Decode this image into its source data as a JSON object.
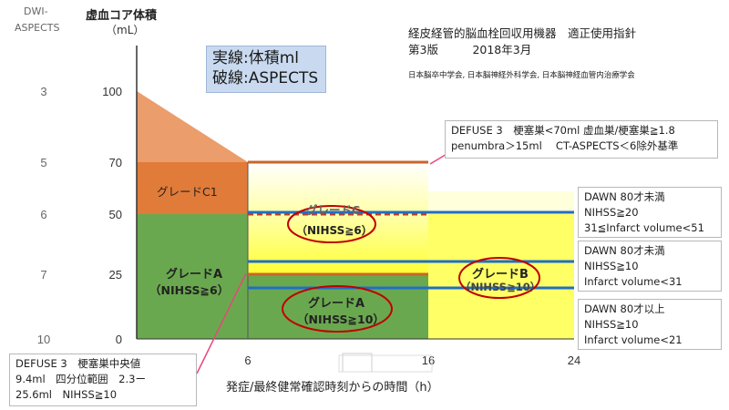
{
  "chart_data": {
    "type": "area",
    "title": "",
    "xlabel": "発症/最終健常確認時刻からの時間（h）",
    "ylabel": "虚血コア体積",
    "ylabel_unit": "（mL）",
    "aspects_label_line1": "DWI-",
    "aspects_label_line2": "ASPECTS",
    "x_ticks": [
      6,
      16,
      24
    ],
    "y_ticks": [
      {
        "value": 0,
        "aspects": "10"
      },
      {
        "value": 25,
        "aspects": "7"
      },
      {
        "value": 50,
        "aspects": "6"
      },
      {
        "value": 70,
        "aspects": "5"
      },
      {
        "value": 100,
        "aspects": "3"
      }
    ],
    "regions": [
      {
        "name": "グレードA",
        "sub": "（NIHSS≧6）",
        "x": [
          0,
          6
        ],
        "y": [
          0,
          50
        ],
        "color": "#6aa84f"
      },
      {
        "name": "グレードC1",
        "sub": "",
        "x": [
          0,
          6
        ],
        "y_left": [
          50,
          100
        ],
        "y_right": [
          50,
          70
        ],
        "color": "#e07b39"
      },
      {
        "name": "グレードA",
        "sub": "（NIHSS≧10）",
        "x": [
          6,
          16
        ],
        "y": [
          0,
          25
        ],
        "color": "#6aa84f"
      },
      {
        "name": "グレードC",
        "sub": "（NIHSS≧6）",
        "x": [
          6,
          16
        ],
        "y": [
          25,
          70
        ],
        "color": "#ffff66"
      },
      {
        "name": "グレードB",
        "sub": "（NIHSS≧10）",
        "x": [
          16,
          24
        ],
        "y": [
          0,
          50
        ],
        "color": "#ffff66"
      }
    ],
    "lines": [
      {
        "series": "DEFUSE 3",
        "x": [
          6,
          16
        ],
        "y": 70,
        "style": "solid",
        "color": "#c8662c"
      },
      {
        "series": "DEFUSE 3",
        "x": [
          6,
          16
        ],
        "y": 25,
        "style": "solid",
        "color": "#c8662c"
      },
      {
        "series": "DEFUSE 3",
        "x": [
          6,
          16
        ],
        "y": 50,
        "style": "dashed",
        "color": "#c0392b"
      },
      {
        "series": "DAWN",
        "x": [
          6,
          24
        ],
        "y": 51,
        "style": "solid",
        "color": "#1f6fc5"
      },
      {
        "series": "DAWN",
        "x": [
          6,
          24
        ],
        "y": 31,
        "style": "solid",
        "color": "#1f6fc5"
      },
      {
        "series": "DAWN",
        "x": [
          6,
          24
        ],
        "y": 21,
        "style": "solid",
        "color": "#1f6fc5"
      }
    ]
  },
  "legend": {
    "line1": "実線:体積ml",
    "line2": "破線:ASPECTS"
  },
  "guideline": {
    "title": "経皮経管的脳血栓回収用機器　適正使用指針",
    "edition": "第3版　　　2018年3月",
    "societies": "日本脳卒中学会, 日本脳神経外科学会, 日本脳神経血管内治療学会"
  },
  "notes": {
    "defuse_top": {
      "line1": "DEFUSE 3　梗塞巣<70ml  虚血巣/梗塞巣≧1.8",
      "line2": "penumbra＞15ml　 CT-ASPECTS＜6除外基準"
    },
    "dawn_1": {
      "line1": "DAWN 80才未満",
      "line2": "NIHSS≧20",
      "line3": "31≦Infarct volume<51"
    },
    "dawn_2": {
      "line1": "DAWN 80才未満",
      "line2": "NIHSS≧10",
      "line3": "Infarct volume<31"
    },
    "dawn_3": {
      "line1": "DAWN 80才以上",
      "line2": "NIHSS≧10",
      "line3": "Infarct volume<21"
    },
    "defuse_bottom": {
      "line1": "DEFUSE 3　梗塞巣中央値",
      "line2": "9.4ml　四分位範囲　2.3ー",
      "line3": "25.6ml　NIHSS≧10"
    }
  },
  "colors": {
    "green": "#6aa84f",
    "orange": "#e07b39",
    "yellow": "#ffff66",
    "blue": "#1f6fc5",
    "brown": "#c8662c",
    "pink": "#e8477a",
    "ellipse": "#c00000",
    "legend_bg": "#c9daf0"
  }
}
